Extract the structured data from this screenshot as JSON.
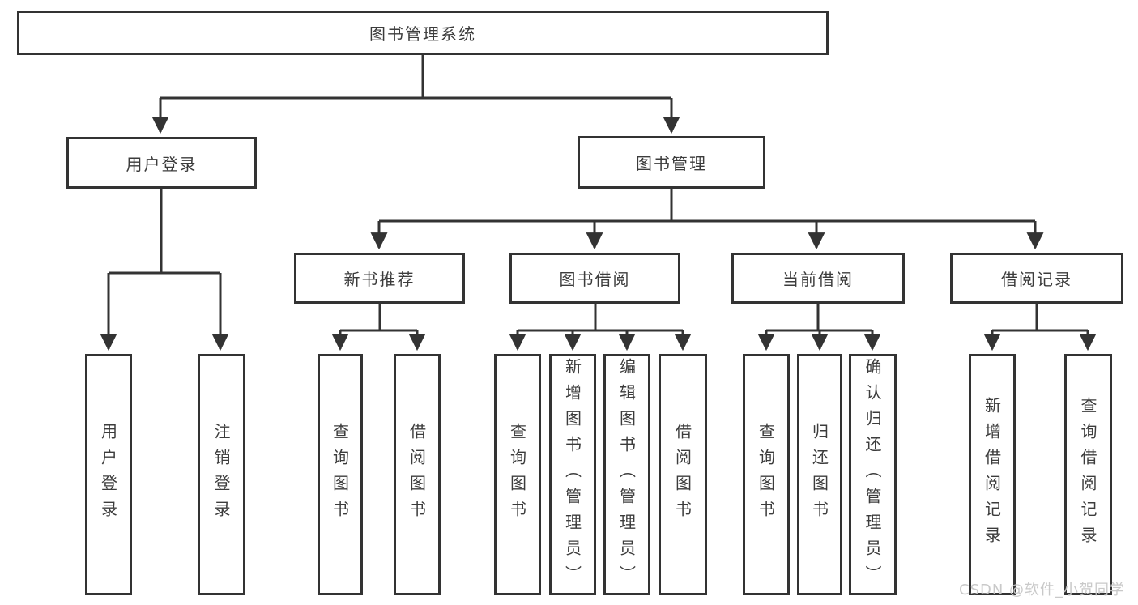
{
  "diagram_type": "hierarchy-tree",
  "tree": {
    "label": "图书管理系统",
    "children": [
      {
        "label": "用户登录",
        "children": [
          {
            "label": "用户登录"
          },
          {
            "label": "注销登录"
          }
        ]
      },
      {
        "label": "图书管理",
        "children": [
          {
            "label": "新书推荐",
            "children": [
              {
                "label": "查询图书"
              },
              {
                "label": "借阅图书"
              }
            ]
          },
          {
            "label": "图书借阅",
            "children": [
              {
                "label": "查询图书"
              },
              {
                "label": "新增图书（管理员）"
              },
              {
                "label": "编辑图书（管理员）"
              },
              {
                "label": "借阅图书"
              }
            ]
          },
          {
            "label": "当前借阅",
            "children": [
              {
                "label": "查询图书"
              },
              {
                "label": "归还图书"
              },
              {
                "label": "确认归还（管理员）"
              }
            ]
          },
          {
            "label": "借阅记录",
            "children": [
              {
                "label": "新增借阅记录"
              },
              {
                "label": "查询借阅记录"
              }
            ]
          }
        ]
      }
    ]
  },
  "watermark": "CSDN @软件_小贺同学",
  "colors": {
    "line": "#333333",
    "border": "#333333",
    "text": "#3c3c3c",
    "background": "#ffffff",
    "watermark": "#c6c6c6"
  }
}
